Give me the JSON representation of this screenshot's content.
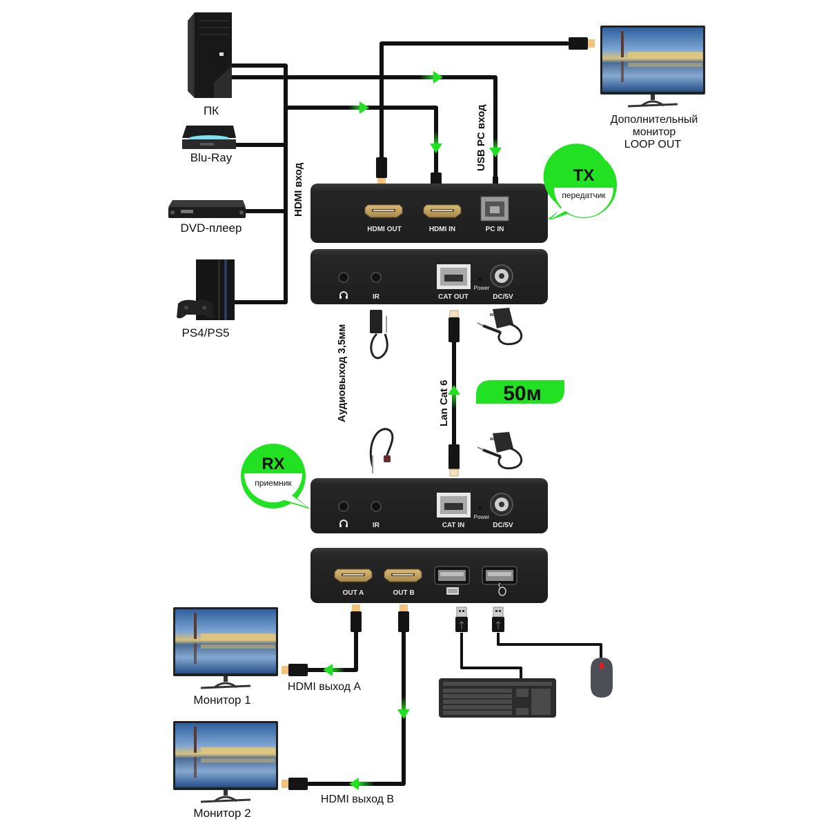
{
  "title": "HDMI KVM extender connection diagram",
  "colors": {
    "accent_green": "#22e022",
    "device_body": "#262626",
    "hdmi_gold": "#c9a760",
    "cable": "#111111",
    "plug_tip": "#f2c27a"
  },
  "sources": {
    "pc": "ПК",
    "bluray": "Blu-Ray",
    "dvd": "DVD-плеер",
    "ps": "PS4/PS5"
  },
  "cable_labels": {
    "hdmi_in": "HDMI вход",
    "usb_pc_in": "USB PC вход",
    "audio_out": "Аудиовыход 3,5мм",
    "lan": "Lan Cat 6",
    "hdmi_out_a": "HDMI выход A",
    "hdmi_out_b": "HDMI выход B"
  },
  "loop_monitor": {
    "line1": "Дополнительный",
    "line2": "монитор",
    "line3": "LOOP OUT"
  },
  "tx": {
    "badge": "TX",
    "caption": "передатчик",
    "front_ports": [
      "HDMI OUT",
      "HDMI IN",
      "PC IN"
    ],
    "rear_ports": {
      "ir": "IR",
      "cat": "CAT OUT",
      "power": "Power",
      "dc": "DC/5V"
    }
  },
  "distance": "50м",
  "rx": {
    "badge": "RX",
    "caption": "приемник",
    "rear_ports": {
      "ir": "IR",
      "cat": "CAT IN",
      "power": "Power",
      "dc": "DC/5V"
    },
    "front_ports": [
      "OUT A",
      "OUT B"
    ]
  },
  "monitors": {
    "m1": "Монитор 1",
    "m2": "Монитор 2"
  },
  "icons": [
    "computer-tower-icon",
    "bluray-drive-icon",
    "dvd-player-icon",
    "game-console-icon",
    "tv-monitor-icon",
    "headphones-icon",
    "keyboard-icon",
    "mouse-icon",
    "power-adapter-icon",
    "ir-receiver-icon",
    "rj45-plug-icon",
    "usb-plug-icon",
    "hdmi-plug-icon"
  ]
}
